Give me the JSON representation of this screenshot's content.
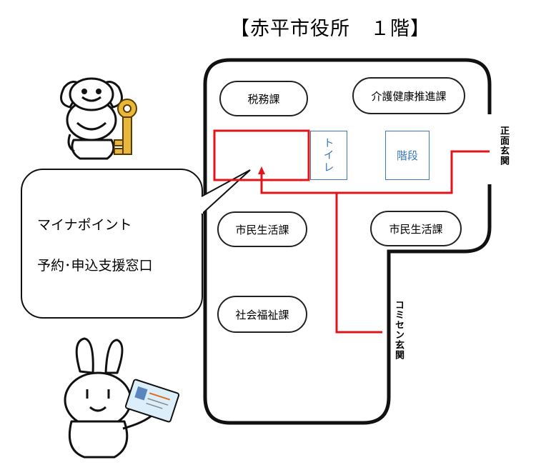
{
  "title": "【赤平市役所　１階】",
  "rooms": {
    "tax": "税務課",
    "care": "介護健康推進課",
    "toilet": "トイレ",
    "stairs": "階段",
    "civic_left": "市民生活課",
    "civic_right": "市民生活課",
    "welfare": "社会福祉課"
  },
  "entrances": {
    "front": "正面玄関",
    "community": "コミセン玄関"
  },
  "callout": {
    "line1": "マイナポイント",
    "line2": "予約･申込支援窓口"
  },
  "colors": {
    "route": "#e0141b",
    "highlight_box": "#e0141b",
    "wall": "#111111",
    "toilet_stairs": "#3a78c2"
  }
}
